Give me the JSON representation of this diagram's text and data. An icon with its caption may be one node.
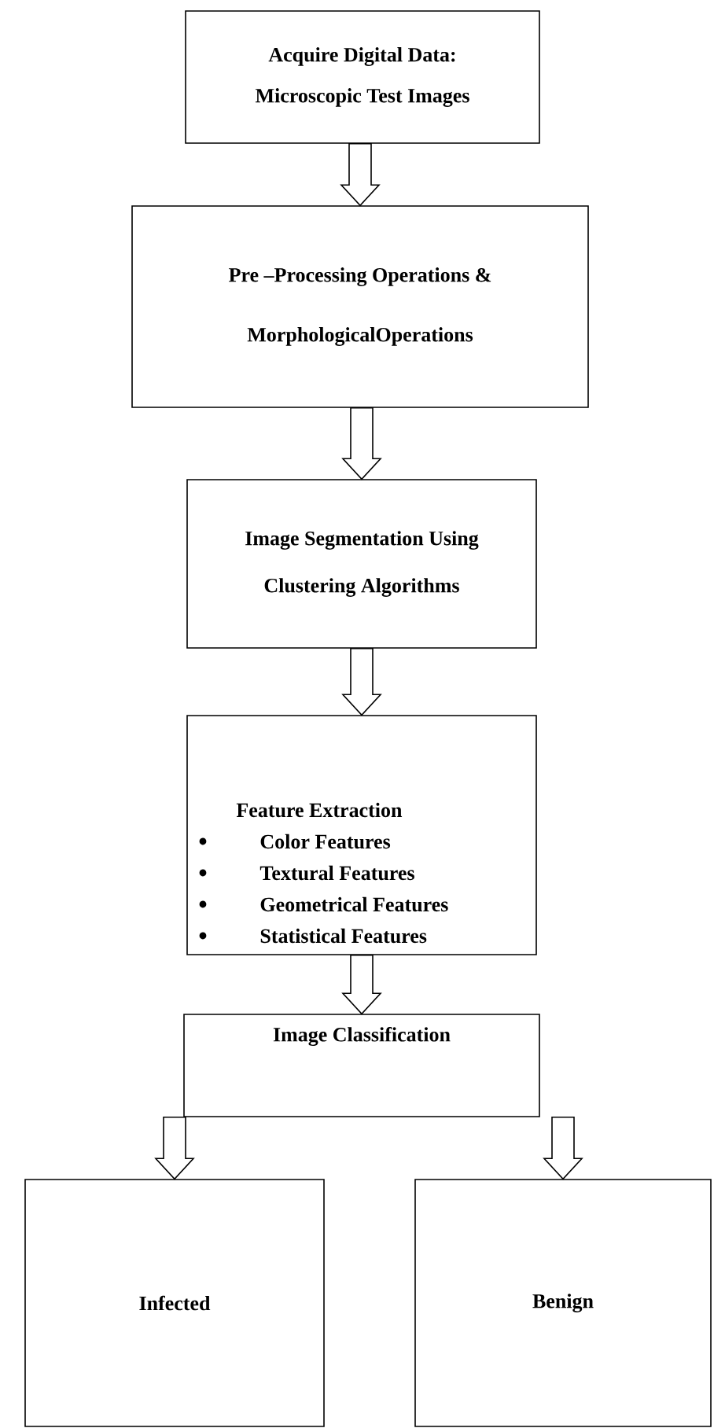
{
  "diagram": {
    "nodes": [
      {
        "text": [
          "Acquire Digital Data: Microscopic Test Images"
        ]
      },
      {
        "text": [
          "Pre –Processing Operations & MorphologicalOperations"
        ]
      },
      {
        "text": [
          "Image Segmentation Using Clustering Algorithms"
        ]
      },
      {
        "text": [
          "Feature Extraction",
          "Color Features",
          "Textural Features",
          "Geometrical Features",
          "Statistical Features"
        ]
      },
      {
        "text": [
          "Image Classification"
        ]
      },
      {
        "text": [
          "Infected"
        ]
      },
      {
        "text": [
          "Benign"
        ]
      }
    ],
    "edges": [
      {
        "from": 0,
        "to": 1,
        "arrow": "to"
      },
      {
        "from": 1,
        "to": 2,
        "arrow": "to"
      },
      {
        "from": 2,
        "to": 3,
        "arrow": "to"
      },
      {
        "from": 3,
        "to": 4,
        "arrow": "to"
      },
      {
        "from": 4,
        "to": 5,
        "arrow": "to"
      },
      {
        "from": 4,
        "to": 6,
        "arrow": "to"
      }
    ]
  }
}
